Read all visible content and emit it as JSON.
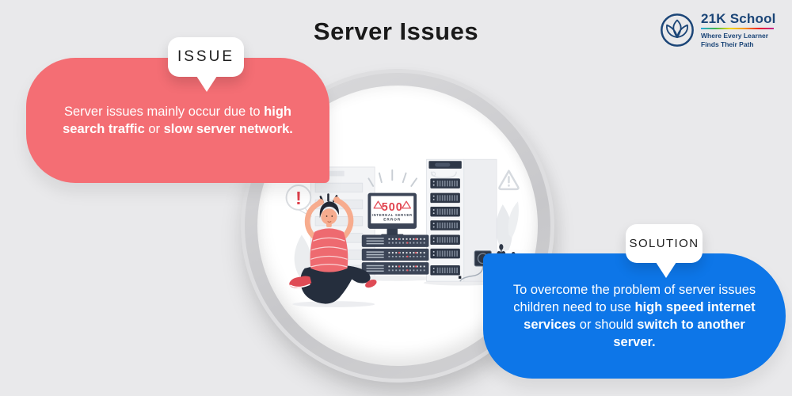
{
  "page": {
    "background": "#E9E9EB",
    "title": "Server Issues"
  },
  "logo": {
    "brand": "21K School",
    "tagline_line1": "Where Every Learner",
    "tagline_line2": "Finds Their Path",
    "brand_color": "#1B4577"
  },
  "issue_bubble": {
    "label": "ISSUE",
    "bg_color": "#F46E74",
    "text_segments": [
      {
        "t": "Server issues mainly occur due to "
      },
      {
        "t": "high",
        "b": true
      },
      {
        "br": true
      },
      {
        "t": "search traffic",
        "b": true
      },
      {
        "t": " or "
      },
      {
        "t": "slow server network.",
        "b": true
      }
    ]
  },
  "solution_bubble": {
    "label": "SOLUTION",
    "bg_color": "#0D76E8",
    "text_segments": [
      {
        "t": "To overcome the problem of server issues"
      },
      {
        "br": true
      },
      {
        "t": "children need to use "
      },
      {
        "t": "high speed internet",
        "b": true
      },
      {
        "br": true
      },
      {
        "t": "services",
        "b": true
      },
      {
        "t": " or should "
      },
      {
        "t": "switch to another",
        "b": true
      },
      {
        "br": true
      },
      {
        "t": "server.",
        "b": true
      }
    ]
  },
  "illustration": {
    "alert_mark": "!",
    "error_code": "500",
    "error_line1": "INTERNAL SERVER",
    "error_line2": "ERROR"
  }
}
